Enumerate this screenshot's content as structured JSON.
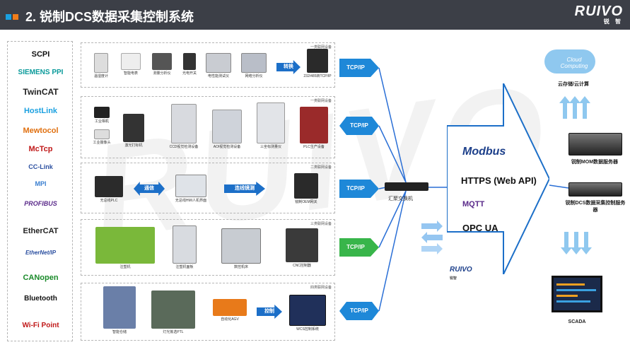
{
  "header": {
    "title": "2. 锐制DCS数据采集控制系统",
    "logo_text": "RUIVO",
    "logo_sub": "锐 智"
  },
  "watermark": "RUIVO",
  "protocols": [
    "SCPI",
    "SIEMENS PPI",
    "TwinCAT",
    "HostLink",
    "Mewtocol",
    "McTcp",
    "CC-Link",
    "MPI",
    "PROFIBUS",
    "EtherCAT",
    "EtherNet/IP",
    "CANopen",
    "Bluetooth",
    "Wi-Fi Point"
  ],
  "rows": [
    {
      "tag": "一类联网设备",
      "devices": [
        "温湿度计",
        "智能电表",
        "测量分析仪",
        "光电开关",
        "电性能测试仪",
        "网络分析仪"
      ],
      "mid_label": "转换",
      "gateway": "232/485转TCP/IP"
    },
    {
      "tag": "一类联网设备",
      "devices": [
        "工业相机",
        "工业摄像头",
        "激光打标机",
        "CCD视觉检测设备",
        "AOI视觉检测设备",
        "三坐标测量仪",
        "PLC生产设备"
      ]
    },
    {
      "tag": "二类联网设备",
      "devices": [
        "无总线PLC",
        "无总线HMI人机界面",
        "锐制OEM网关"
      ],
      "mid_label1": "通信",
      "mid_label2": "连线镜测"
    },
    {
      "tag": "三类联网设备",
      "devices": [
        "注塑机",
        "注塑机面板",
        "数控机床",
        "CNC控制器"
      ]
    },
    {
      "tag": "四类联网设备",
      "devices": [
        "智能仓储",
        "灯光拣选PTL",
        "自动化AGV",
        "WCS控制系统"
      ],
      "mid_label": "控制"
    }
  ],
  "tcp_labels": [
    "TCP/IP",
    "TCP/IP",
    "TCP/IP",
    "TCP/IP",
    "TCP/IP"
  ],
  "switch_label": "汇聚交换机",
  "big_arrow": {
    "modbus": "Modbus",
    "https": "HTTPS (Web API)",
    "mqtt": "MQTT",
    "opcua": "OPC UA",
    "brand": "RUIVO",
    "brand_sub": "锐智"
  },
  "right": {
    "cloud_text": "Cloud Computing",
    "cloud_label": "云存储/云计算",
    "mom_label": "锐制MOM数据服务器",
    "dcs_label": "锐制DCS数据采集控制服务器",
    "scada_label": "SCADA"
  },
  "colors": {
    "header": "#3c3f47",
    "tcp_blue": "#1e88d8",
    "tcp_green": "#38b54a",
    "line_blue": "#2a6fd6",
    "arrow_blue": "#1c6fc8"
  }
}
